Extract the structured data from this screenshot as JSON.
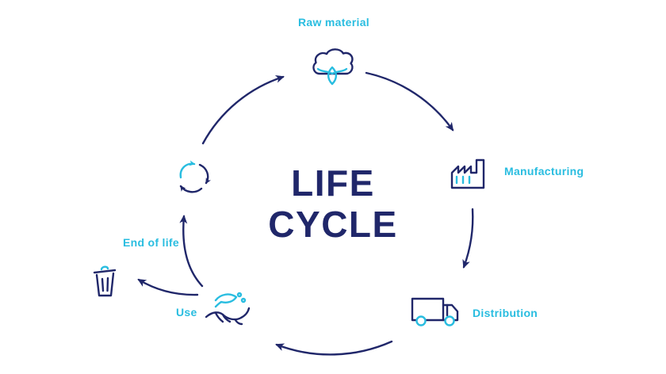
{
  "diagram": {
    "title": {
      "line1": "LIFE",
      "line2": "CYCLE"
    },
    "stages": [
      {
        "id": "raw-material",
        "label": "Raw material",
        "icon": "cotton-icon"
      },
      {
        "id": "manufacturing",
        "label": "Manufacturing",
        "icon": "factory-icon"
      },
      {
        "id": "distribution",
        "label": "Distribution",
        "icon": "truck-icon"
      },
      {
        "id": "use",
        "label": "Use",
        "icon": "hands-washing-icon"
      },
      {
        "id": "end-of-life",
        "label": "End of life",
        "icon": "trash-bin-icon"
      },
      {
        "id": "recycle",
        "label": "",
        "icon": "recycle-icon"
      }
    ],
    "flow": [
      "raw-material -> manufacturing",
      "manufacturing -> distribution",
      "distribution -> use",
      "use -> end-of-life",
      "use -> recycle",
      "recycle -> raw-material"
    ]
  },
  "colors": {
    "accent": "#29bde0",
    "navy": "#20276a",
    "background": "#ffffff"
  }
}
